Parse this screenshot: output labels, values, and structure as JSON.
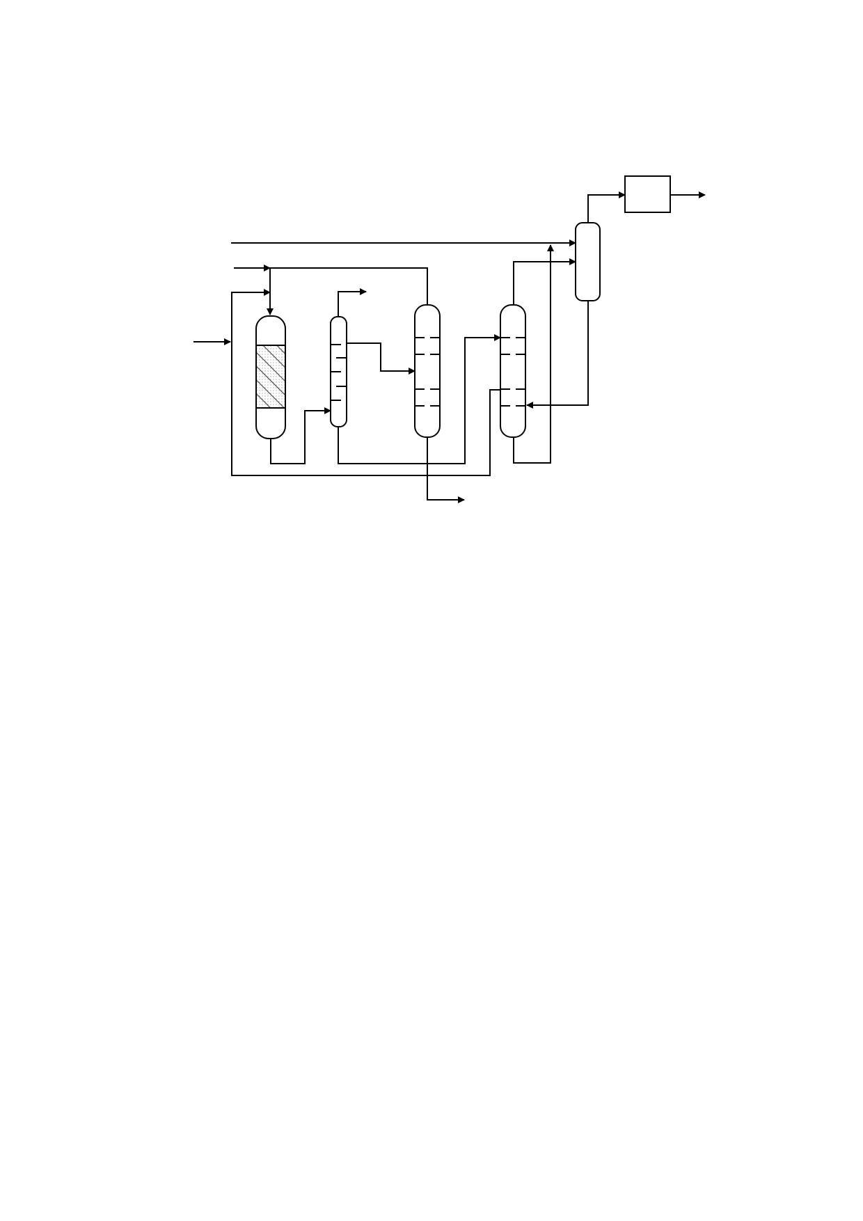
{
  "diagram": {
    "type": "process-flow-diagram",
    "stroke_color": "#000000",
    "background_color": "#ffffff",
    "equipment": [
      {
        "name": "packed-reactor",
        "kind": "vessel-with-hatched-catalyst-bed"
      },
      {
        "name": "column-1",
        "kind": "tray-column",
        "trays": 5
      },
      {
        "name": "column-2",
        "kind": "tray-column",
        "trays": 4
      },
      {
        "name": "column-3",
        "kind": "tray-column",
        "trays": 4
      },
      {
        "name": "column-4",
        "kind": "vessel"
      },
      {
        "name": "unit-box",
        "kind": "box"
      }
    ],
    "streams": {
      "feeds": 4,
      "products": 3
    }
  }
}
